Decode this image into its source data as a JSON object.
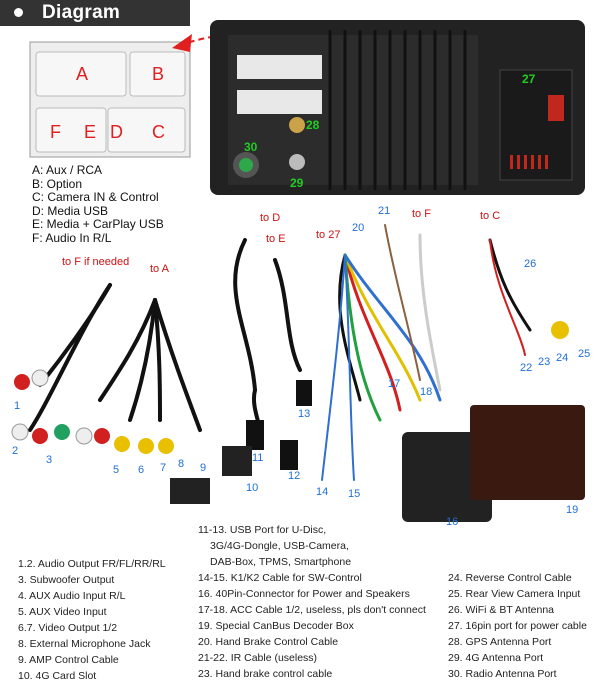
{
  "header": {
    "title": "Diagram"
  },
  "connector_panel": {
    "letters": {
      "a": "A",
      "b": "B",
      "f": "F",
      "e": "E",
      "d": "D",
      "c": "C"
    },
    "legend": [
      "A: Aux / RCA",
      "B: Option",
      "C: Camera IN & Control",
      "D: Media USB",
      "E: Media + CarPlay USB",
      "F: Audio In R/L"
    ]
  },
  "headunit_labels": {
    "p27": "27",
    "p28": "28",
    "p29": "29",
    "p30": "30"
  },
  "callouts": {
    "to_d": "to D",
    "to_e": "to E",
    "to_27": "to 27",
    "to_f_top": "to F",
    "to_c": "to C",
    "to_f_if_needed": "to F if needed",
    "to_a": "to A"
  },
  "cable_numbers": {
    "n1": "1",
    "n2": "2",
    "n3": "3",
    "n5": "5",
    "n6": "6",
    "n7": "7",
    "n8": "8",
    "n9": "9",
    "n10": "10",
    "n11": "11",
    "n12": "12",
    "n13": "13",
    "n14": "14",
    "n15": "15",
    "n16": "16",
    "n17": "17",
    "n18": "18",
    "n19": "19",
    "n20": "20",
    "n21": "21",
    "n22": "22",
    "n23": "23",
    "n24": "24",
    "n25": "25",
    "n26": "26"
  },
  "parts": {
    "col1": [
      "1.2. Audio Output FR/FL/RR/RL",
      "3. Subwoofer Output",
      "4. AUX Audio Input R/L",
      "5. AUX Video Input",
      "6.7. Video Output 1/2",
      "8. External Microphone Jack",
      "9. AMP Control Cable",
      "10. 4G Card Slot"
    ],
    "col2_header": [
      "11-13. USB Port for U-Disc,",
      "3G/4G-Dongle, USB-Camera,",
      "DAB-Box, TPMS, Smartphone"
    ],
    "col2": [
      "14-15. K1/K2 Cable for SW-Control",
      "16. 40Pin-Connector for Power and Speakers",
      "17-18. ACC Cable 1/2,  useless, pls don't connect",
      "19. Special CanBus Decoder Box",
      "20. Hand Brake Control Cable",
      "21-22. IR Cable (useless)",
      "23. Hand brake control cable"
    ],
    "col3": [
      "24. Reverse Control Cable",
      "25. Rear View Camera Input",
      "26. WiFi & BT Antenna",
      "27. 16pin port for power cable",
      "28. GPS Antenna Port",
      "29. 4G Antenna Port",
      "30. Radio Antenna Port"
    ]
  }
}
